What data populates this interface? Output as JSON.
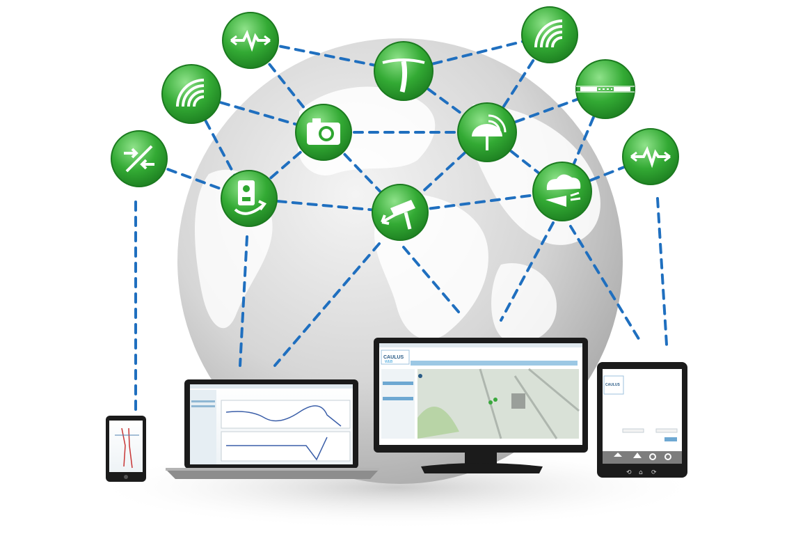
{
  "illustration": {
    "sensor_icons": [
      "waveform-icon",
      "wifi-signal-icon",
      "transfer-arrows-icon",
      "borehole-icon",
      "camera-icon",
      "inclinometer-device-icon",
      "survey-prism-icon",
      "radar-dome-icon",
      "wifi-signal-icon",
      "joint-gauge-icon",
      "weather-cloud-icon",
      "waveform-icon"
    ],
    "devices": [
      "smartphone",
      "laptop",
      "desktop-monitor",
      "tablet"
    ]
  },
  "logos": {
    "brand": "CAULUS",
    "brand_sub": "WEB"
  },
  "colors": {
    "icon_green": "#2fa631",
    "icon_green_light": "#7fd67c",
    "connector_blue": "#1f6fbf",
    "globe_gray": "#cfcfcf",
    "device_black": "#1b1b1b"
  }
}
